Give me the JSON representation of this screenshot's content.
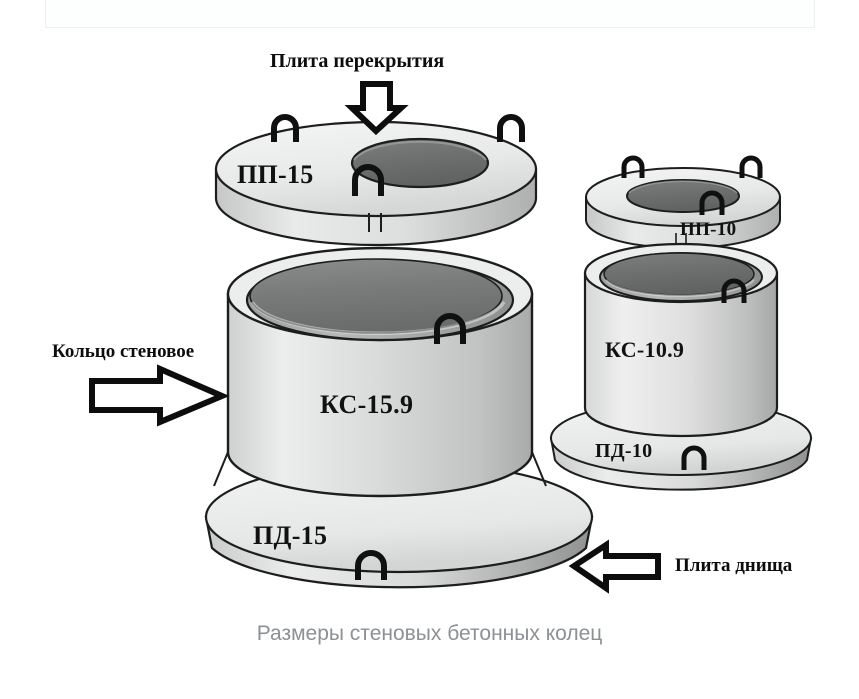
{
  "figure": {
    "caption": "Размеры стеновых бетонных колец",
    "background_color": "#ffffff",
    "caption_color": "#8d9194"
  },
  "callouts": [
    {
      "id": "top",
      "text": "Плита перекрытия",
      "arrow": "arrow-down",
      "points_to": "ПП-15"
    },
    {
      "id": "left",
      "text": "Кольцо стеновое",
      "arrow": "arrow-right",
      "points_to": "КС-15.9"
    },
    {
      "id": "bottom",
      "text": "Плита днища",
      "arrow": "arrow-left",
      "points_to": "ПД-15"
    }
  ],
  "parts": {
    "large_assembly": {
      "cover_plate": "ПП-15",
      "wall_ring": "КС-15.9",
      "bottom_plate": "ПД-15"
    },
    "small_assembly": {
      "cover_plate": "ПП-10",
      "wall_ring": "КС-10.9",
      "bottom_plate": "ПД-10"
    }
  },
  "colors": {
    "concrete_light": "#eceded",
    "concrete_mid": "#d3d4d4",
    "concrete_shade": "#a9abab",
    "bore_dark": "#6f7070",
    "outline": "#1d1d1d",
    "loop": "#101010"
  }
}
